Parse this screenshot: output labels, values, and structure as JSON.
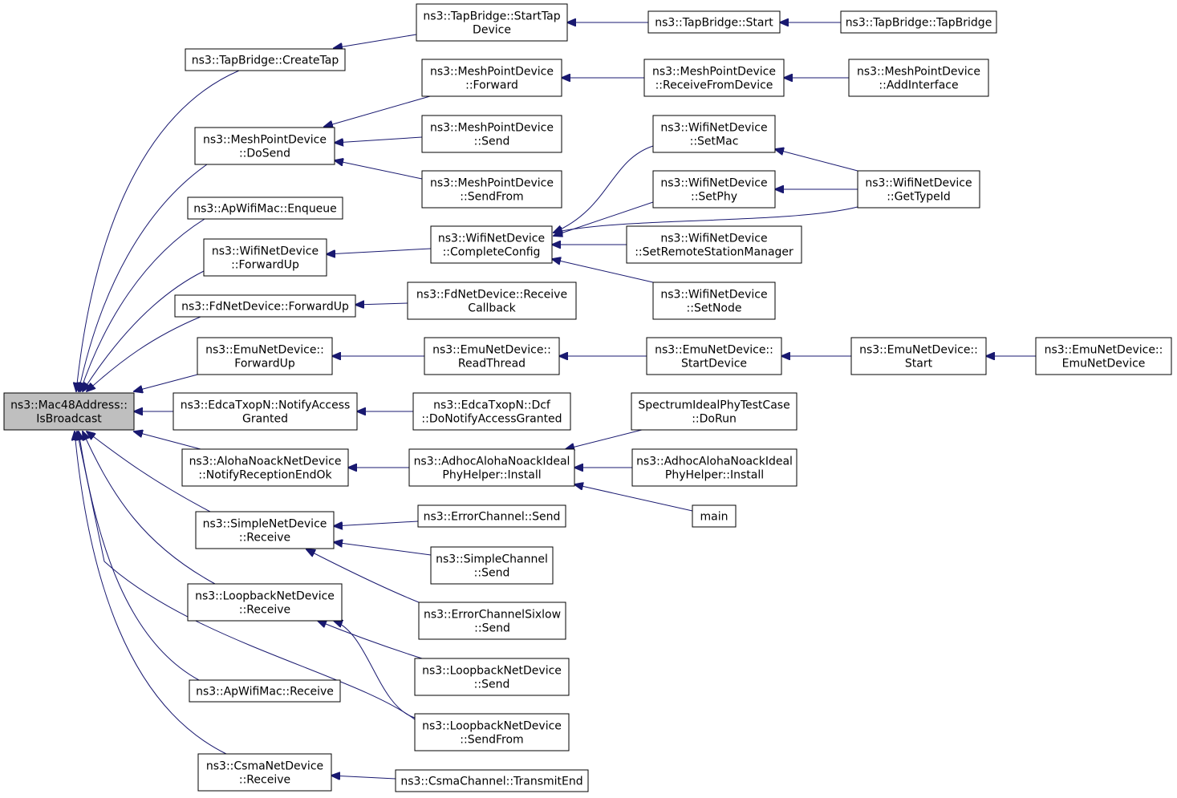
{
  "colors": {
    "edge": "#191970",
    "node_border": "#000000",
    "root_fill": "#bfbfbf",
    "node_fill": "#ffffff"
  },
  "nodes": {
    "root": {
      "lines": [
        "ns3::Mac48Address::",
        "IsBroadcast"
      ]
    },
    "tapCreate": {
      "lines": [
        "ns3::TapBridge::CreateTap"
      ]
    },
    "meshDoSend": {
      "lines": [
        "ns3::MeshPointDevice",
        "::DoSend"
      ]
    },
    "apEnqueue": {
      "lines": [
        "ns3::ApWifiMac::Enqueue"
      ]
    },
    "wifiFwdUp": {
      "lines": [
        "ns3::WifiNetDevice",
        "::ForwardUp"
      ]
    },
    "fdFwdUp": {
      "lines": [
        "ns3::FdNetDevice::ForwardUp"
      ]
    },
    "emuFwdUp": {
      "lines": [
        "ns3::EmuNetDevice::",
        "ForwardUp"
      ]
    },
    "edcaNotify": {
      "lines": [
        "ns3::EdcaTxopN::NotifyAccess",
        "Granted"
      ]
    },
    "alohaNotify": {
      "lines": [
        "ns3::AlohaNoackNetDevice",
        "::NotifyReceptionEndOk"
      ]
    },
    "simpleRecv": {
      "lines": [
        "ns3::SimpleNetDevice",
        "::Receive"
      ]
    },
    "loopRecv": {
      "lines": [
        "ns3::LoopbackNetDevice",
        "::Receive"
      ]
    },
    "apRecv": {
      "lines": [
        "ns3::ApWifiMac::Receive"
      ]
    },
    "csmaRecv": {
      "lines": [
        "ns3::CsmaNetDevice",
        "::Receive"
      ]
    },
    "tapStartTap": {
      "lines": [
        "ns3::TapBridge::StartTap",
        "Device"
      ]
    },
    "meshForward": {
      "lines": [
        "ns3::MeshPointDevice",
        "::Forward"
      ]
    },
    "meshSend": {
      "lines": [
        "ns3::MeshPointDevice",
        "::Send"
      ]
    },
    "meshSendFrom": {
      "lines": [
        "ns3::MeshPointDevice",
        "::SendFrom"
      ]
    },
    "wifiComplete": {
      "lines": [
        "ns3::WifiNetDevice",
        "::CompleteConfig"
      ]
    },
    "fdRecvCb": {
      "lines": [
        "ns3::FdNetDevice::Receive",
        "Callback"
      ]
    },
    "emuReadThread": {
      "lines": [
        "ns3::EmuNetDevice::",
        "ReadThread"
      ]
    },
    "edcaDcf": {
      "lines": [
        "ns3::EdcaTxopN::Dcf",
        "::DoNotifyAccessGranted"
      ]
    },
    "adhocInstall1": {
      "lines": [
        "ns3::AdhocAlohaNoackIdeal",
        "PhyHelper::Install"
      ]
    },
    "errSend": {
      "lines": [
        "ns3::ErrorChannel::Send"
      ]
    },
    "simpleChanSend": {
      "lines": [
        "ns3::SimpleChannel",
        "::Send"
      ]
    },
    "errSixSend": {
      "lines": [
        "ns3::ErrorChannelSixlow",
        "::Send"
      ]
    },
    "loopSend": {
      "lines": [
        "ns3::LoopbackNetDevice",
        "::Send"
      ]
    },
    "loopSendFrom": {
      "lines": [
        "ns3::LoopbackNetDevice",
        "::SendFrom"
      ]
    },
    "csmaTransmit": {
      "lines": [
        "ns3::CsmaChannel::TransmitEnd"
      ]
    },
    "tapStart": {
      "lines": [
        "ns3::TapBridge::Start"
      ]
    },
    "meshRecvFrom": {
      "lines": [
        "ns3::MeshPointDevice",
        "::ReceiveFromDevice"
      ]
    },
    "wifiSetMac": {
      "lines": [
        "ns3::WifiNetDevice",
        "::SetMac"
      ]
    },
    "wifiSetPhy": {
      "lines": [
        "ns3::WifiNetDevice",
        "::SetPhy"
      ]
    },
    "wifiSetRsm": {
      "lines": [
        "ns3::WifiNetDevice",
        "::SetRemoteStationManager"
      ]
    },
    "wifiSetNode": {
      "lines": [
        "ns3::WifiNetDevice",
        "::SetNode"
      ]
    },
    "emuStartDev": {
      "lines": [
        "ns3::EmuNetDevice::",
        "StartDevice"
      ]
    },
    "specDoRun": {
      "lines": [
        "SpectrumIdealPhyTestCase",
        "::DoRun"
      ]
    },
    "adhocInstall2": {
      "lines": [
        "ns3::AdhocAlohaNoackIdeal",
        "PhyHelper::Install"
      ]
    },
    "main": {
      "lines": [
        "main"
      ]
    },
    "tapCtor": {
      "lines": [
        "ns3::TapBridge::TapBridge"
      ]
    },
    "meshAddIf": {
      "lines": [
        "ns3::MeshPointDevice",
        "::AddInterface"
      ]
    },
    "wifiTypeId": {
      "lines": [
        "ns3::WifiNetDevice",
        "::GetTypeId"
      ]
    },
    "emuStart": {
      "lines": [
        "ns3::EmuNetDevice::",
        "Start"
      ]
    },
    "emuCtor": {
      "lines": [
        "ns3::EmuNetDevice::",
        "EmuNetDevice"
      ]
    }
  },
  "edges": [
    [
      "tapCreate",
      "root"
    ],
    [
      "meshDoSend",
      "root"
    ],
    [
      "apEnqueue",
      "root"
    ],
    [
      "wifiFwdUp",
      "root"
    ],
    [
      "fdFwdUp",
      "root"
    ],
    [
      "emuFwdUp",
      "root"
    ],
    [
      "edcaNotify",
      "root"
    ],
    [
      "alohaNotify",
      "root"
    ],
    [
      "simpleRecv",
      "root"
    ],
    [
      "loopRecv",
      "root"
    ],
    [
      "apRecv",
      "root"
    ],
    [
      "csmaRecv",
      "root"
    ],
    [
      "loopSendFrom",
      "root"
    ],
    [
      "tapStartTap",
      "tapCreate"
    ],
    [
      "meshForward",
      "meshDoSend"
    ],
    [
      "meshSend",
      "meshDoSend"
    ],
    [
      "meshSendFrom",
      "meshDoSend"
    ],
    [
      "wifiComplete",
      "wifiFwdUp"
    ],
    [
      "fdRecvCb",
      "fdFwdUp"
    ],
    [
      "emuReadThread",
      "emuFwdUp"
    ],
    [
      "edcaDcf",
      "edcaNotify"
    ],
    [
      "adhocInstall1",
      "alohaNotify"
    ],
    [
      "errSend",
      "simpleRecv"
    ],
    [
      "simpleChanSend",
      "simpleRecv"
    ],
    [
      "errSixSend",
      "simpleRecv"
    ],
    [
      "loopSend",
      "loopRecv"
    ],
    [
      "loopSendFrom",
      "loopRecv"
    ],
    [
      "csmaTransmit",
      "csmaRecv"
    ],
    [
      "tapStart",
      "tapStartTap"
    ],
    [
      "meshRecvFrom",
      "meshForward"
    ],
    [
      "wifiSetMac",
      "wifiComplete"
    ],
    [
      "wifiSetPhy",
      "wifiComplete"
    ],
    [
      "wifiSetRsm",
      "wifiComplete"
    ],
    [
      "wifiSetNode",
      "wifiComplete"
    ],
    [
      "wifiTypeId",
      "wifiComplete"
    ],
    [
      "emuStartDev",
      "emuReadThread"
    ],
    [
      "specDoRun",
      "adhocInstall1"
    ],
    [
      "adhocInstall2",
      "adhocInstall1"
    ],
    [
      "main",
      "adhocInstall1"
    ],
    [
      "tapCtor",
      "tapStart"
    ],
    [
      "meshAddIf",
      "meshRecvFrom"
    ],
    [
      "wifiTypeId",
      "wifiSetMac"
    ],
    [
      "wifiTypeId",
      "wifiSetPhy"
    ],
    [
      "emuStart",
      "emuStartDev"
    ],
    [
      "emuCtor",
      "emuStart"
    ]
  ]
}
